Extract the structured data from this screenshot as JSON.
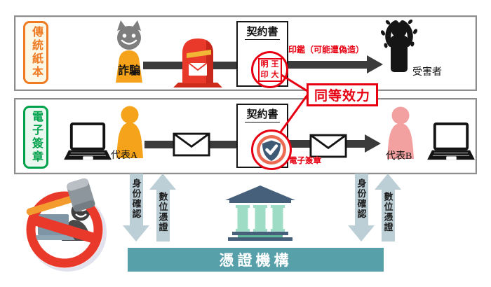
{
  "colors": {
    "accent_red": "#e60012",
    "label_orange": "#ef7b23",
    "label_green": "#00a14b",
    "person_a": "#f6a31c",
    "person_b": "#f2a0a0",
    "arrow_dark": "#3b3b3b",
    "varrow_fill": "#bccfd6",
    "teal_bar": "#579fa9",
    "bank_dark": "#46607b",
    "bank_mint": "#9fdcc5",
    "mailbox_red": "#e8392b",
    "prohibit_red": "#e8392b",
    "gavel_orange": "#f49b30",
    "devil_gray": "#7e7e7e",
    "shield_blue": "#3e5a75",
    "shield_ring": "#ec6a52"
  },
  "row_traditional": {
    "label": "傳統紙本",
    "fraud_label": "詐騙",
    "contract_title": "契約書",
    "seal_top_left": "明",
    "seal_top_right": "王",
    "seal_bottom_left": "印",
    "seal_bottom_right": "大",
    "seal_note": "印鑑（可能遭偽造）",
    "victim_label": "受害者"
  },
  "row_digital": {
    "label": "電子簽章",
    "rep_a_label": "代表A",
    "contract_title": "契約書",
    "esign_label": "電子簽章",
    "rep_b_label": "代表B"
  },
  "equivalence_label": "同等效力",
  "bottom": {
    "identity_label": "身份確認",
    "certificate_label": "數位憑證",
    "ca_label": "憑證機構"
  },
  "icons": {
    "fraud-devil-icon": "grey devil head on orange robed figure",
    "mailbox-icon": "red post box with letter slot and envelope",
    "contract-icon": "white paper document",
    "seal-stamp-icon": "red name seal reading 王大明印",
    "victim-icon": "black silhouette crying with hands on head",
    "laptop-icon": "open laptop outline",
    "envelope-icon": "mail envelope outline",
    "person-icon": "pawn-shaped person figure",
    "shield-check-icon": "shield with checkmark in orange ring",
    "bank-icon": "classical building with columns",
    "no-hacker-icon": "prohibition circle over hacker at laptop with gavel",
    "arrow-right-icon": "thick black right arrow",
    "arrow-down-icon": "pale blue downward arrow",
    "arrow-up-icon": "pale blue upward arrow"
  }
}
